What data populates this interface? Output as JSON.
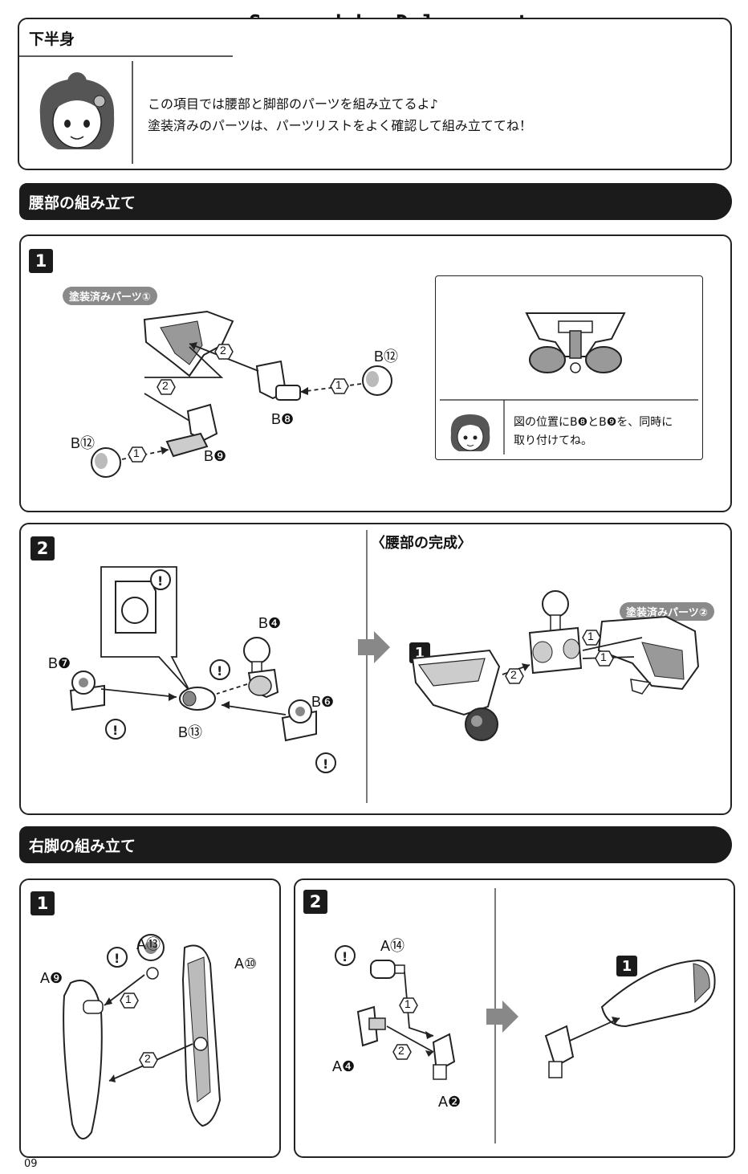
{
  "watermark": "Scanned by Dalong.net",
  "header": {
    "section_title": "下半身",
    "intro_line1": "この項目では腰部と脚部のパーツを組み立てるよ♪",
    "intro_line2": "塗装済みのパーツは、パーツリストをよく確認して組み立ててね！"
  },
  "waist_section": {
    "title": "腰部の組み立て",
    "step1": {
      "number": "1",
      "painted_parts": "塗装済みパーツ①",
      "labels": {
        "b12_top": "B⑫",
        "b8": "B❽",
        "b12_left": "B⑫",
        "b9": "B❾"
      },
      "callouts": {
        "c2a": "2",
        "c2b": "2",
        "c1a": "1",
        "c1b": "1"
      },
      "note_line1": "図の位置にB❽とB❾を、同時に",
      "note_line2": "取り付けてね。"
    },
    "step2": {
      "number": "2",
      "labels": {
        "b4": "B❹",
        "b7": "B❼",
        "b13": "B⑬",
        "b6": "B❻"
      },
      "completion_title": "〈腰部の完成〉",
      "completion_step_number": "1",
      "painted_parts": "塗装済みパーツ②",
      "callouts": {
        "c1a": "1",
        "c1b": "1",
        "c2": "2"
      }
    }
  },
  "right_leg_section": {
    "title": "右脚の組み立て",
    "step1": {
      "number": "1",
      "labels": {
        "a13": "A⑬",
        "a10": "A⑩",
        "a9": "A❾"
      },
      "callouts": {
        "c1": "1",
        "c2": "2"
      }
    },
    "step2": {
      "number": "2",
      "labels": {
        "a14": "A⑭",
        "a4": "A❹",
        "a2": "A❷"
      },
      "callouts": {
        "c1": "1",
        "c2": "2"
      },
      "result_step_number": "1"
    }
  },
  "page_number": "09"
}
